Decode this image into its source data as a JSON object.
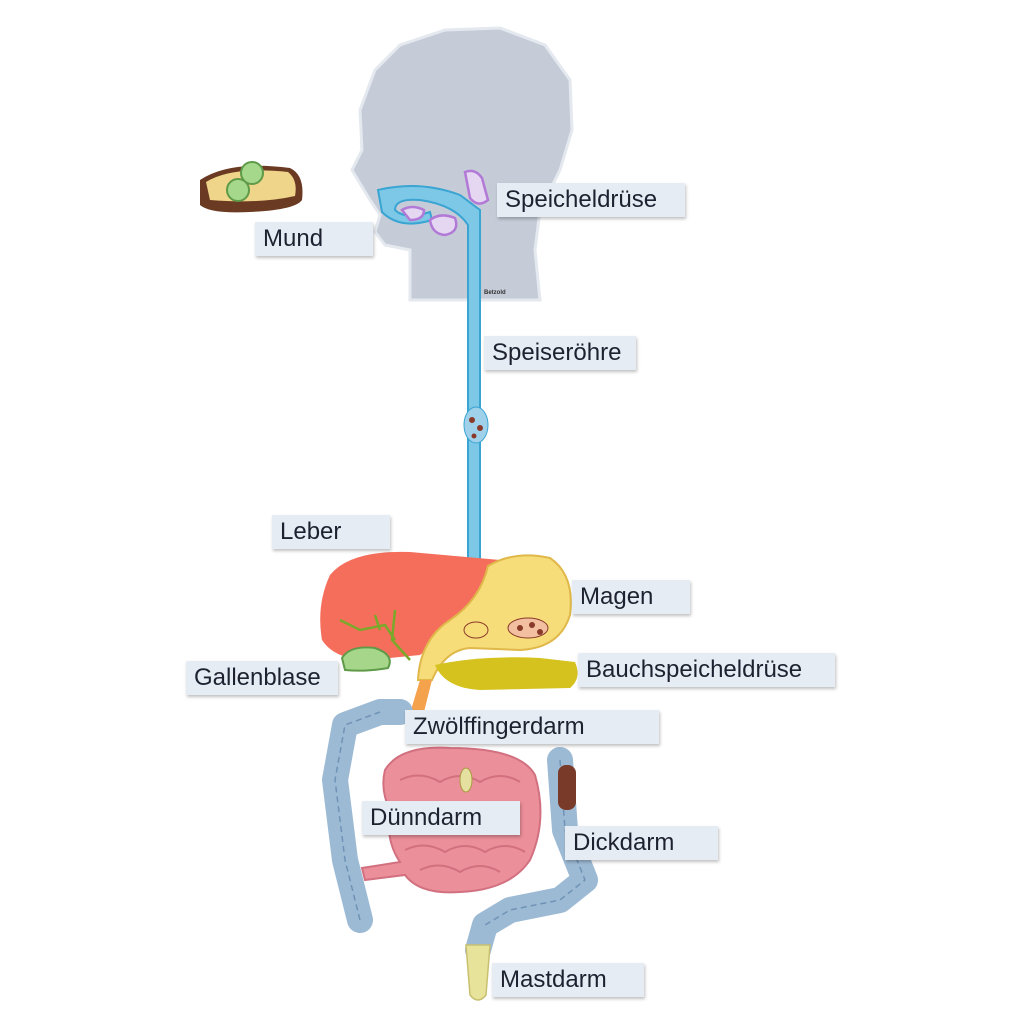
{
  "labels": {
    "speicheldruese": "Speicheldrüse",
    "mund": "Mund",
    "speiseroehre": "Speiseröhre",
    "leber": "Leber",
    "magen": "Magen",
    "bauchspeicheldruese": "Bauchspeicheldrüse",
    "gallenblase": "Gallenblase",
    "zwoelffingerdarm": "Zwölffingerdarm",
    "duenndarm": "Dünndarm",
    "dickdarm": "Dickdarm",
    "mastdarm": "Mastdarm"
  },
  "logo": "Betzold",
  "colors": {
    "head": "#c5ccd8",
    "esophagus": "#7cc8e6",
    "liver": "#f56e5c",
    "stomach": "#f6dd7a",
    "pancreas": "#d6c21e",
    "gallbladder": "#a6d68a",
    "small_intestine": "#eb8f9a",
    "large_intestine": "#9dbad4",
    "rectum": "#e8e39a",
    "duodenum": "#f4a24c",
    "salivary": "#b27ad6"
  }
}
